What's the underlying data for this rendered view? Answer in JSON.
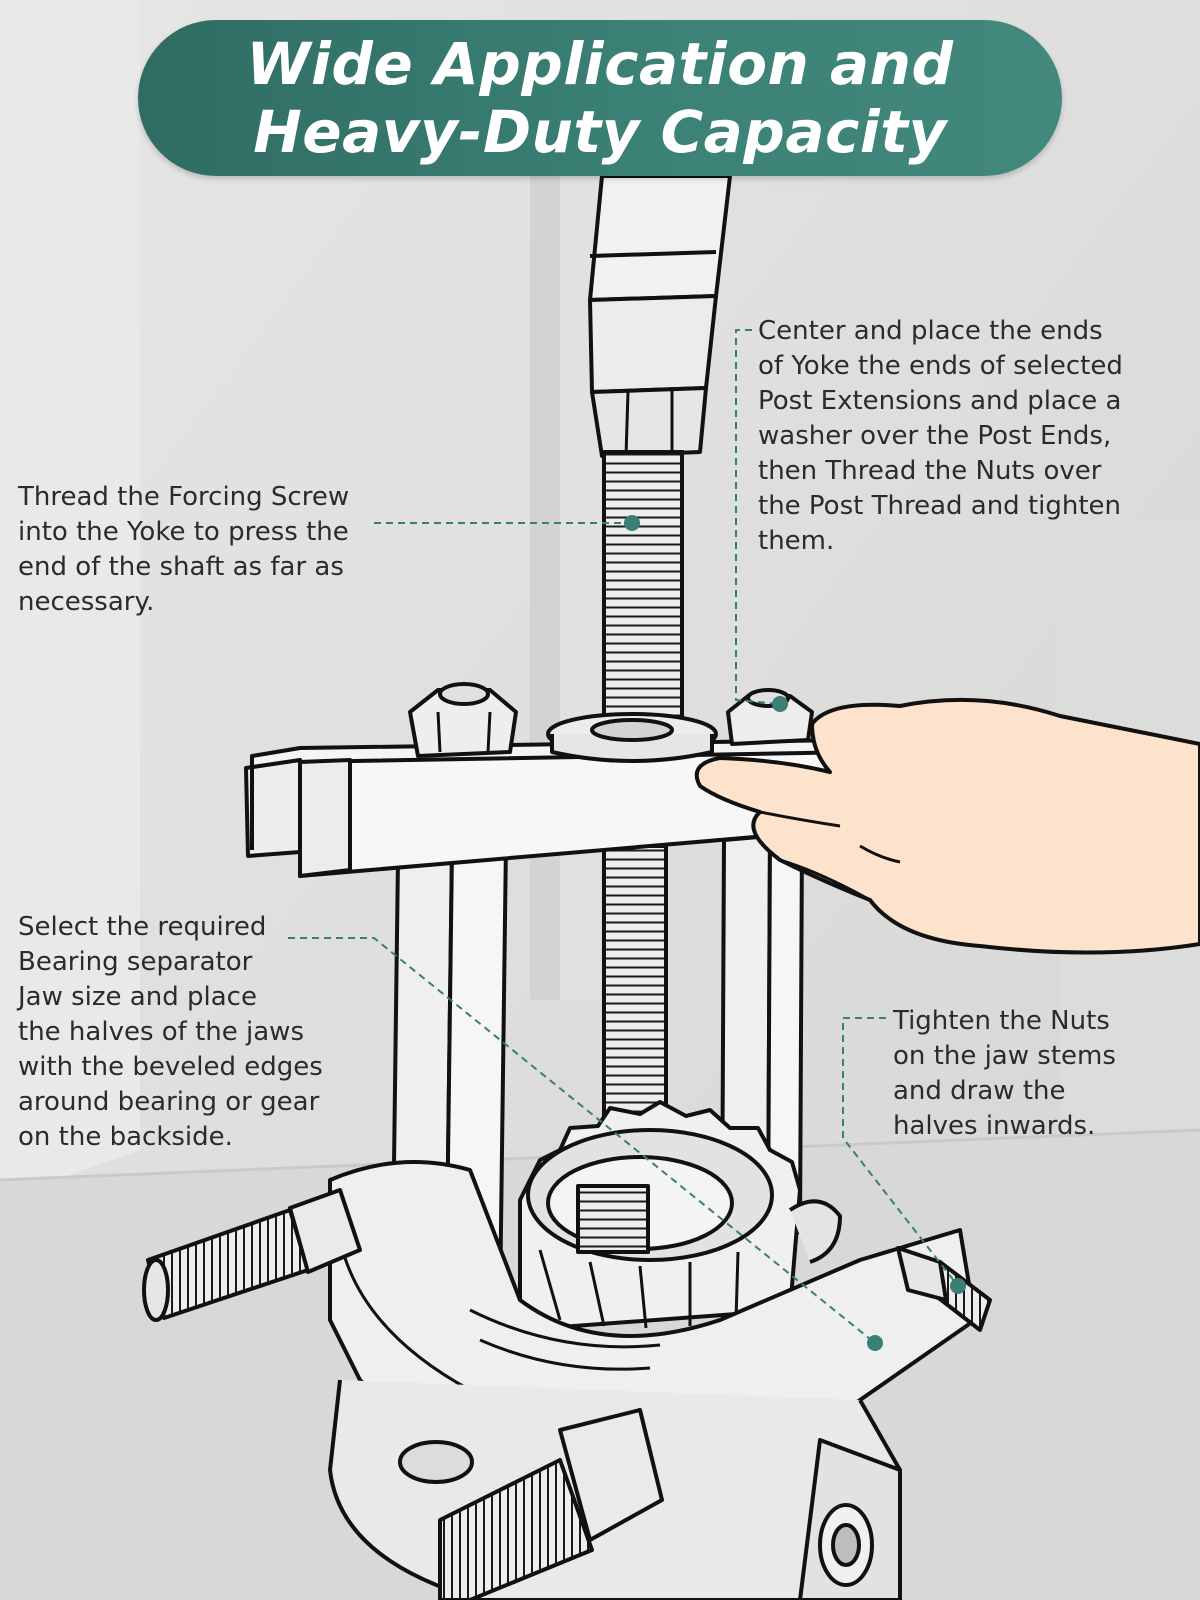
{
  "title": {
    "line1": "Wide Application and",
    "line2": "Heavy-Duty Capacity"
  },
  "callouts": [
    {
      "lines": [
        "Thread the Forcing Screw",
        "into the Yoke to press the",
        "end of the shaft as far as",
        "necessary."
      ]
    },
    {
      "lines": [
        "Center and place the ends",
        "of Yoke the ends of selected",
        "Post Extensions and place a",
        "washer over the Post Ends,",
        "then Thread the Nuts over",
        "the Post Thread and tighten",
        "them."
      ]
    },
    {
      "lines": [
        "Select the required",
        "Bearing separator",
        "Jaw size and place",
        "the halves of the jaws",
        "with the beveled edges",
        "around bearing or gear",
        "on the backside."
      ]
    },
    {
      "lines": [
        "Tighten the Nuts",
        "on the jaw stems",
        "and draw the",
        "halves inwards."
      ]
    }
  ],
  "colors": {
    "banner": "#3b8175",
    "leader": "#3a7f74",
    "text": "#2b2b2b",
    "skin": "#fde2cc"
  }
}
